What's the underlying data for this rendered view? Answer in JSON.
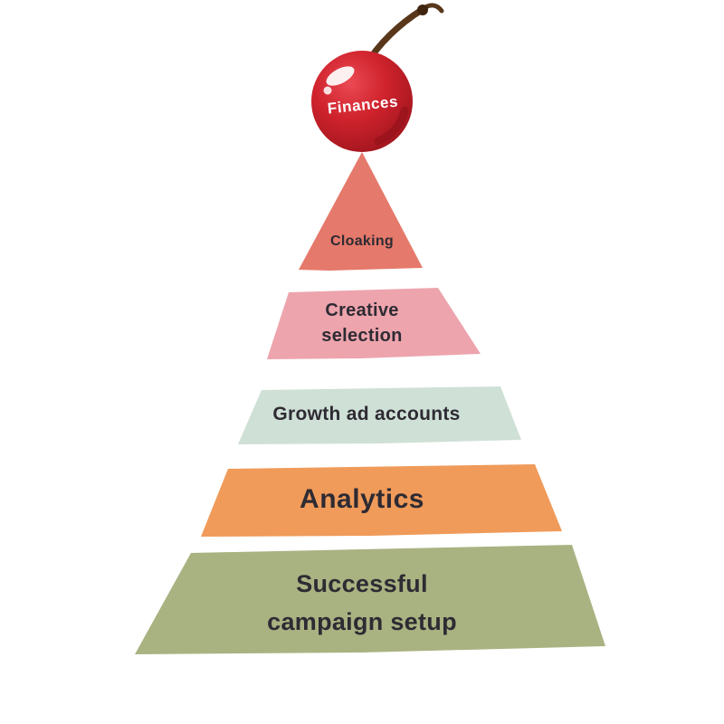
{
  "colors": {
    "text_dark": "#2e2b33",
    "text_light": "#ffffff",
    "cherry_main": "#d0232d",
    "cherry_light": "#e8505a",
    "cherry_dark": "#9c141c",
    "stem_brown": "#58371b",
    "layer_cloaking": "#e5796b",
    "layer_creative": "#eda4ad",
    "layer_growth": "#cfe0d6",
    "layer_analytics": "#f09b5a",
    "layer_campaign": "#a9b382"
  },
  "cherry": {
    "label": "Finances"
  },
  "pyramid": {
    "layers": [
      {
        "id": "cloaking",
        "label": "Cloaking",
        "color": "#e5796b"
      },
      {
        "id": "creative-selection",
        "label": "Creative selection",
        "lines": [
          "Creative",
          "selection"
        ],
        "color": "#eda4ad"
      },
      {
        "id": "growth-ad-accounts",
        "label": "Growth ad accounts",
        "color": "#cfe0d6"
      },
      {
        "id": "analytics",
        "label": "Analytics",
        "color": "#f09b5a"
      },
      {
        "id": "successful-campaign-setup",
        "label": "Successful campaign setup",
        "lines": [
          "Successful",
          "campaign setup"
        ],
        "color": "#a9b382"
      }
    ]
  }
}
